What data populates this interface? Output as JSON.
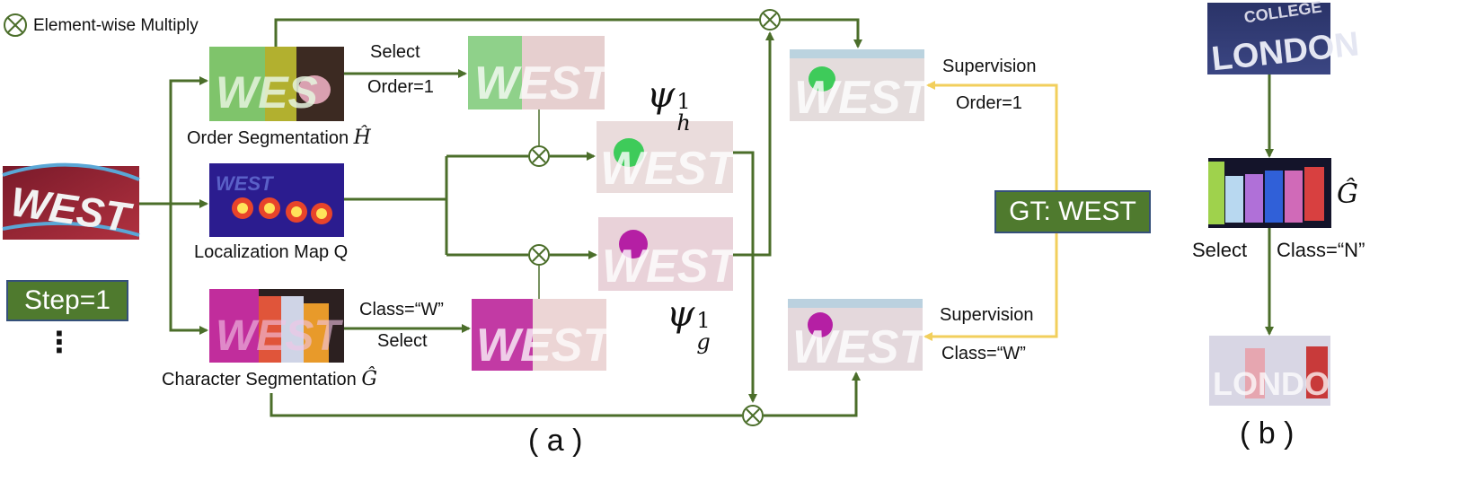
{
  "legend": {
    "symbol": "⊗",
    "label": "Element-wise Multiply"
  },
  "panel_a": {
    "caption": "( a )",
    "input_word": "WEST",
    "step_label": "Step=1",
    "ellipsis": "⋮",
    "order_segmentation_label": "Order Segmentation",
    "order_segmentation_symbol": "Ĥ",
    "localization_label": "Localization Map Q",
    "character_segmentation_label": "Character Segmentation",
    "character_segmentation_symbol": "Ĝ",
    "top_select": "Select",
    "top_order": "Order=1",
    "bottom_class": "Class=“W”",
    "bottom_select": "Select",
    "psi_h_base": "ψ",
    "psi_h_sup": "1",
    "psi_h_sub": "h",
    "psi_g_base": "ψ",
    "psi_g_sup": "1",
    "psi_g_sub": "g",
    "supervision_top": "Supervision",
    "supervision_top_order": "Order=1",
    "supervision_bottom": "Supervision",
    "supervision_bottom_class": "Class=“W”",
    "gt_label": "GT: WEST"
  },
  "panel_b": {
    "caption": "( b )",
    "top_word": "LONDON",
    "top_small": "COLLEGE",
    "symbol": "Ĝ",
    "select": "Select",
    "class_label": "Class=“N”"
  },
  "colors": {
    "arrow": "#4b6e2a",
    "supervision_arrow": "#f2cf5c",
    "box_green": "#4f7a2e",
    "box_border": "#35507a"
  }
}
